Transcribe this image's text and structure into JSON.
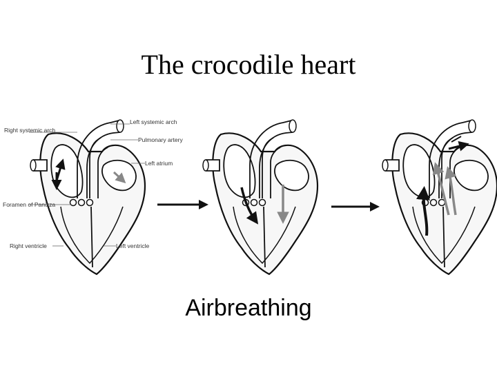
{
  "slide": {
    "title": "The crocodile heart",
    "caption": "Airbreathing"
  },
  "labels": {
    "right_systemic_arch": "Right systemic arch",
    "left_systemic_arch": "Left systemic arch",
    "pulmonary_artery": "Pulmonary artery",
    "left_atrium": "Left atrium",
    "foramen_of_panizza": "Foramen of Panizza",
    "right_ventricle": "Right ventricle",
    "left_ventricle": "Left ventricle"
  },
  "colors": {
    "outline": "#111111",
    "fill": "#f7f7f7",
    "inner": "#ffffff",
    "deoxy_flow": "#222222",
    "oxy_flow": "#888888"
  },
  "icons": [
    "heart-diagram",
    "arrow-right-icon"
  ]
}
